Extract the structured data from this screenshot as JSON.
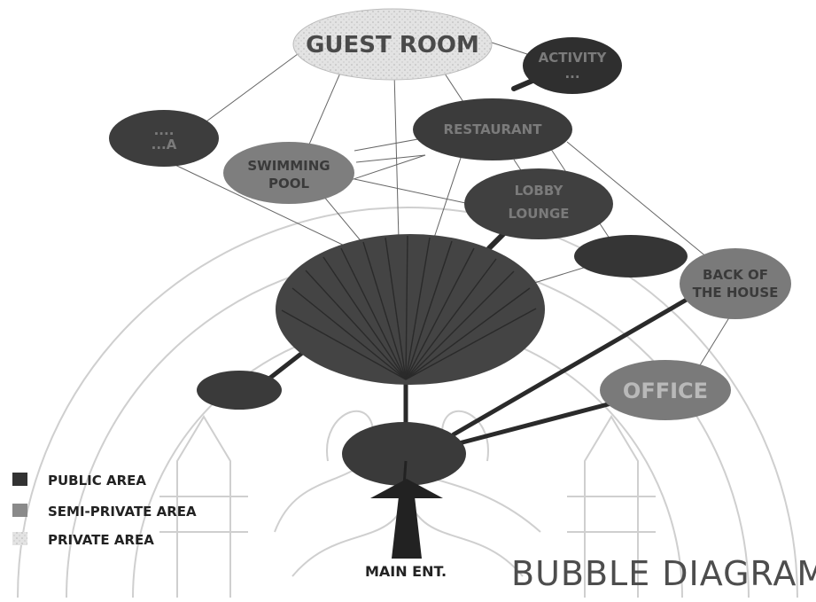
{
  "diagram": {
    "title": "BUBBLE DIAGRAM",
    "main_entrance": "MAIN ENT.",
    "nodes": {
      "guest_room": {
        "lines": [
          "GUEST ROOM"
        ],
        "zone": "private"
      },
      "swimming_pool": {
        "lines": [
          "SWIMMING",
          "POOL"
        ],
        "zone": "semi-private"
      },
      "back_of_house": {
        "lines": [
          "BACK OF",
          "THE HOUSE"
        ],
        "zone": "semi-private"
      },
      "office": {
        "lines": [
          "OFFICE"
        ],
        "zone": "semi-private"
      },
      "restaurant": {
        "lines": [
          "RESTAURANT"
        ],
        "zone": "public"
      },
      "lobby_lounge": {
        "lines": [
          "LOBBY",
          "LOUNGE"
        ],
        "zone": "public"
      },
      "activity": {
        "lines": [
          "ACTIVITY",
          "..."
        ],
        "zone": "public"
      },
      "left_upper": {
        "lines": [
          "....",
          "...A"
        ],
        "zone": "public"
      }
    },
    "legend": [
      {
        "label": "PUBLIC AREA",
        "color": "#3a3a3a"
      },
      {
        "label": "SEMI-PRIVATE AREA",
        "color": "#8a8a8a"
      },
      {
        "label": "PRIVATE AREA",
        "color": "#dcdcdc"
      }
    ],
    "colors": {
      "public": "#3d3d3d",
      "semi_private": "#7e7e7e",
      "private": "#e2e2e2",
      "watermark": "#cfcfcf"
    }
  }
}
